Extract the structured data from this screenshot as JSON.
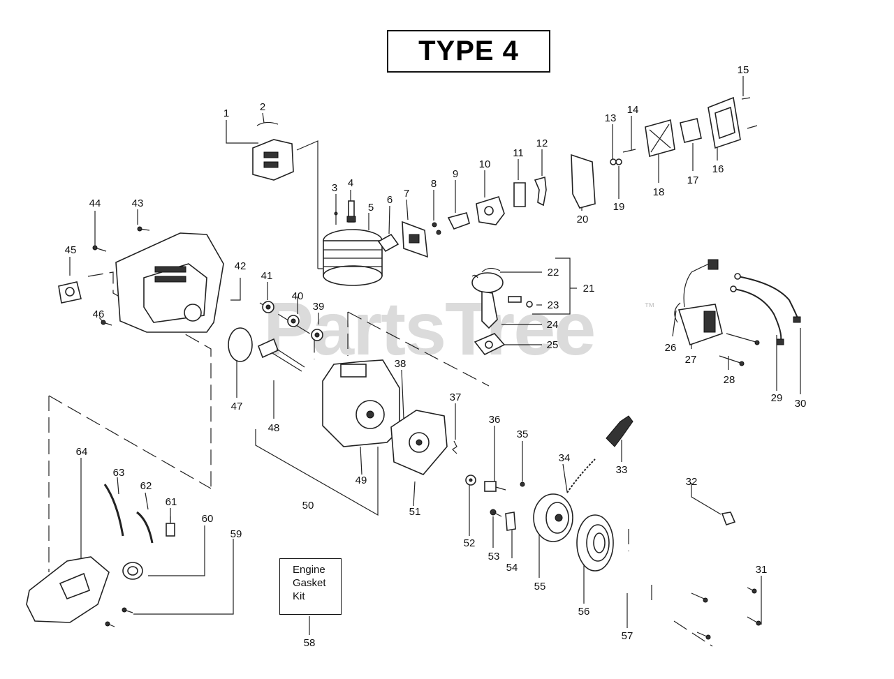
{
  "title": "TYPE 4",
  "watermark": "PartsTree",
  "trademark": "™",
  "kit_box": {
    "line1": "Engine",
    "line2": "Gasket",
    "line3": "Kit"
  },
  "part_numbers": [
    "1",
    "2",
    "3",
    "4",
    "5",
    "6",
    "7",
    "8",
    "9",
    "10",
    "11",
    "12",
    "13",
    "14",
    "15",
    "16",
    "17",
    "18",
    "19",
    "20",
    "21",
    "22",
    "23",
    "24",
    "25",
    "26",
    "27",
    "28",
    "29",
    "30",
    "31",
    "32",
    "33",
    "34",
    "35",
    "36",
    "37",
    "38",
    "39",
    "40",
    "41",
    "42",
    "43",
    "44",
    "45",
    "46",
    "47",
    "48",
    "49",
    "50",
    "51",
    "52",
    "53",
    "54",
    "55",
    "56",
    "57",
    "58",
    "59",
    "60",
    "61",
    "62",
    "63",
    "64"
  ]
}
